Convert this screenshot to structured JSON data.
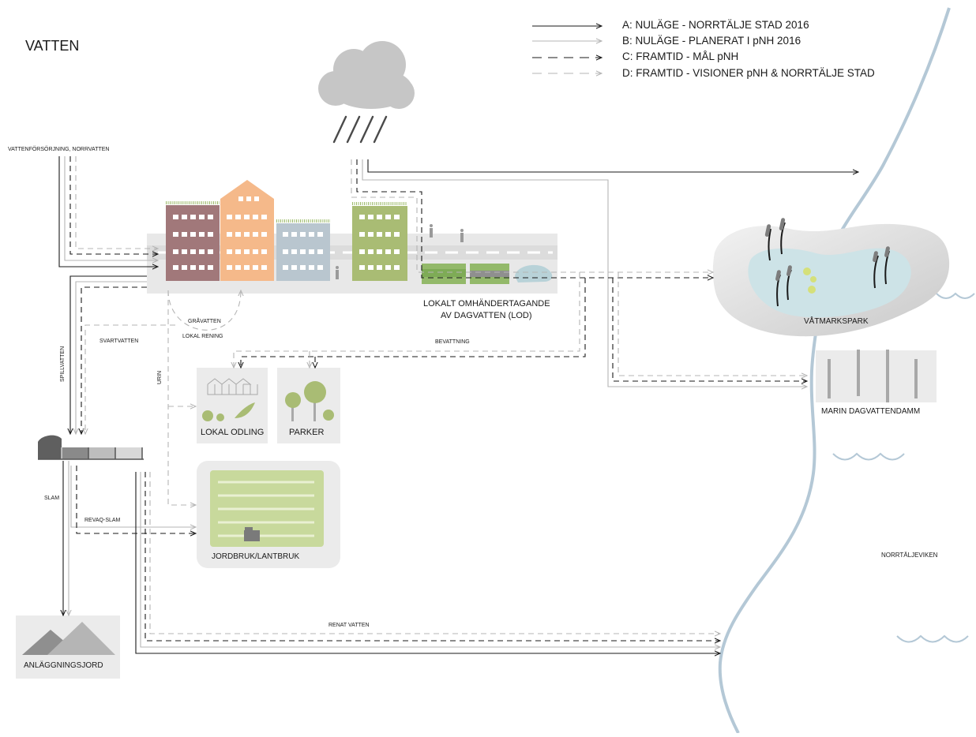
{
  "title": "VATTEN",
  "legend": [
    {
      "label": "A: NULÄGE - NORRTÄLJE STAD 2016",
      "style": "solid",
      "color": "#1a1a1a"
    },
    {
      "label": "B: NULÄGE - PLANERAT I pNH 2016",
      "style": "solid",
      "color": "#b5b5b5"
    },
    {
      "label": "C: FRAMTID - MÅL pNH",
      "style": "dashed",
      "color": "#1a1a1a"
    },
    {
      "label": "D: FRAMTID - VISIONER pNH & NORRTÄLJE STAD",
      "style": "dashed",
      "color": "#b5b5b5"
    }
  ],
  "nodes": {
    "water_supply": "VATTENFÖRSÖRJNING, NORRVATTEN",
    "lod_line1": "LOKALT OMHÄNDERTAGANDE",
    "lod_line2": "AV DAGVATTEN (LOD)",
    "greywater": "GRÅVATTEN",
    "local_treatment": "LOKAL RENING",
    "blackwater": "SVARTVATTEN",
    "irrigation": "BEVATTNING",
    "wastewater": "SPILLVATTEN",
    "urine": "URIN",
    "local_farming": "LOKAL ODLING",
    "parks": "PARKER",
    "wetland_park": "VÅTMARKSPARK",
    "marine_pond": "MARIN DAGVATTENDAMM",
    "sludge": "SLAM",
    "revaq": "REVAQ-SLAM",
    "agriculture": "JORDBRUK/LANTBRUK",
    "treated_water": "RENAT VATTEN",
    "construction_soil": "ANLÄGGNINGSJORD",
    "bay": "NORRTÄLJEVIKEN"
  },
  "colors": {
    "black": "#1a1a1a",
    "grey_line": "#b5b5b5",
    "building_red": "#a1787a",
    "building_orange": "#f5b98a",
    "building_blue": "#b9c6cf",
    "building_green": "#a9bc74",
    "wetland_water": "#cde3e7",
    "shoreline": "#b4c8d6",
    "box_grey": "#ebebeb"
  }
}
